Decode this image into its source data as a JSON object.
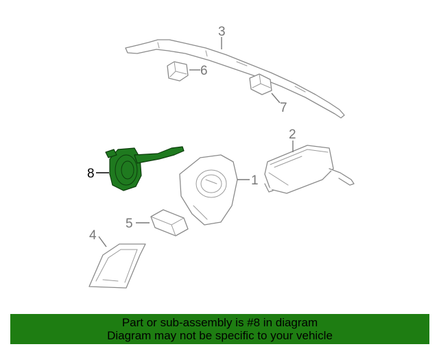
{
  "diagram": {
    "callouts": [
      {
        "label": "1"
      },
      {
        "label": "2"
      },
      {
        "label": "3"
      },
      {
        "label": "4"
      },
      {
        "label": "5"
      },
      {
        "label": "6"
      },
      {
        "label": "7"
      },
      {
        "label": "8"
      }
    ],
    "highlighted_part": "8",
    "colors": {
      "highlight": "#1f7a1f",
      "banner": "#1e7d12",
      "line_art": "#8a8a8a"
    }
  },
  "banner": {
    "line1": "Part or sub-assembly is #8 in diagram",
    "line2": "Diagram may not be specific to your vehicle"
  }
}
